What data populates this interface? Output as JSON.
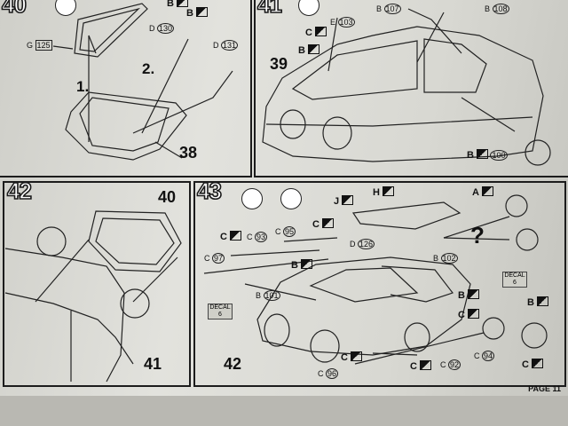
{
  "page": {
    "number": "PAGE 11"
  },
  "steps": {
    "s40": {
      "num": "40",
      "labels": {
        "g": "G",
        "g_num": "125",
        "d1": "D",
        "d1_num": "130",
        "d2": "D",
        "d2_num": "131",
        "b": "B",
        "sub1": "1.",
        "sub2": "2.",
        "ref": "38"
      }
    },
    "s41": {
      "num": "41",
      "labels": {
        "b1": "B",
        "b1_num": "107",
        "b2": "B",
        "b2_num": "108",
        "e": "E",
        "e_num": "103",
        "c": "C",
        "b3": "B",
        "b4": "B",
        "b4_num": "100",
        "ref": "39"
      }
    },
    "s42": {
      "num": "42",
      "labels": {
        "ref_top": "40",
        "ref_bottom": "41"
      }
    },
    "s43": {
      "num": "43",
      "labels": {
        "h": "H",
        "j": "J",
        "a": "A",
        "c1": "C",
        "c93": "C",
        "c93_num": "93",
        "c95": "C",
        "c95_num": "95",
        "d126": "D",
        "d126_num": "126",
        "c97": "C",
        "c97_num": "97",
        "b": "B",
        "b101": "B",
        "b101_num": "101",
        "b102": "B",
        "b102_num": "102",
        "decal1": "DECAL",
        "decal1_num": "6",
        "decal2": "DECAL",
        "decal2_num": "6",
        "b2": "B",
        "c2": "C",
        "c3": "C",
        "c92": "C",
        "c92_num": "92",
        "c94": "C",
        "c94_num": "94",
        "c96": "C",
        "c96_num": "96",
        "c4": "C",
        "b3": "B",
        "c5": "C",
        "q": "?",
        "ref": "42"
      }
    }
  }
}
